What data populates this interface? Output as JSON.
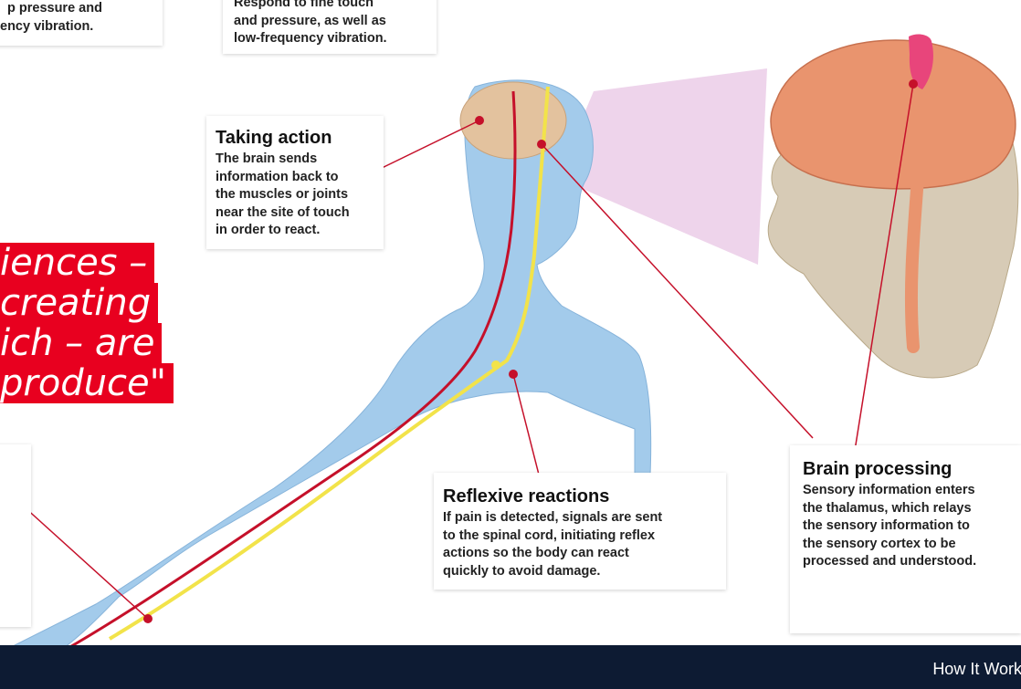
{
  "top_left_box": {
    "lines": [
      "p pressure and",
      "ency vibration."
    ]
  },
  "top_center_box": {
    "lines": [
      "Respond to fine touch",
      "and pressure, as well as",
      "low-frequency vibration."
    ]
  },
  "taking_action": {
    "title": "Taking action",
    "lines": [
      "The brain sends",
      "information back to",
      "the muscles or joints",
      "near the site of touch",
      "in order to react."
    ]
  },
  "quote": {
    "lines": [
      "iences –",
      "creating",
      "ich – are",
      "produce\""
    ]
  },
  "reflexive": {
    "title": "Reflexive reactions",
    "lines": [
      "If pain is detected, signals are sent",
      "to the spinal cord, initiating reflex",
      "actions so the body can react",
      "quickly to avoid damage."
    ]
  },
  "brain_processing": {
    "title": "Brain processing",
    "lines": [
      "Sensory information enters",
      "the thalamus, which relays",
      "the sensory information to",
      "the sensory cortex to be",
      "processed and understood."
    ]
  },
  "footer": {
    "text": "How It Works"
  },
  "colors": {
    "accent_red": "#e8001f",
    "nerve_red": "#c5102a",
    "nerve_yellow": "#f2e34a",
    "body_blue": "#9ec8ea",
    "brain": "#e9946e",
    "footer_bg": "#0d1b33"
  }
}
